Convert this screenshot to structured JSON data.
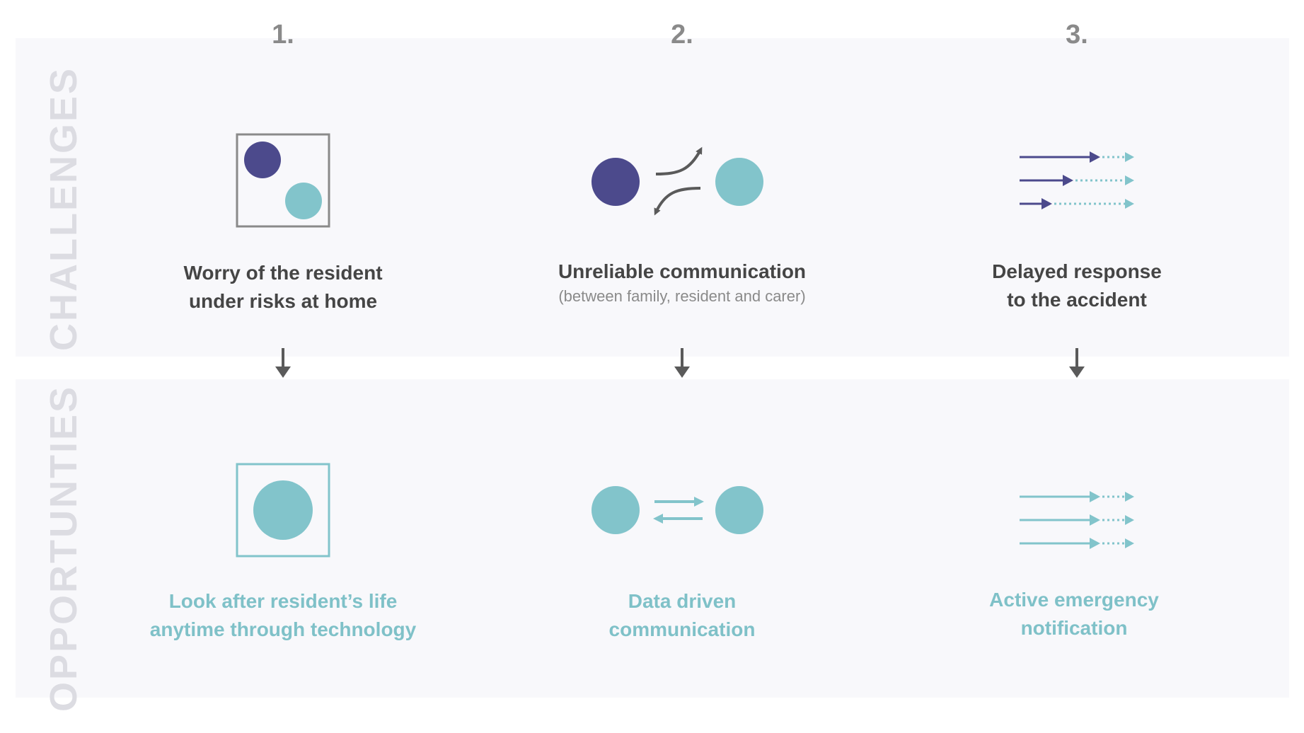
{
  "colors": {
    "purple": "#4c4a8c",
    "teal": "#82c4cb",
    "dark_gray": "#5a5a5a",
    "panel_bg": "#f8f8fb"
  },
  "challenges_label": "CHALLENGES",
  "opportunities_label": "OPPORTUNTIES",
  "columns": [
    {
      "number": "1.",
      "challenge": {
        "line1": "Worry of the resident",
        "line2": "under risks at home"
      },
      "opportunity": {
        "line1": "Look after resident’s life",
        "line2": "anytime through technology"
      }
    },
    {
      "number": "2.",
      "challenge": {
        "line1": "Unreliable communication",
        "sub": "(between family, resident and carer)"
      },
      "opportunity": {
        "line1": "Data driven",
        "line2": "communication"
      }
    },
    {
      "number": "3.",
      "challenge": {
        "line1": "Delayed response",
        "line2": "to the accident"
      },
      "opportunity": {
        "line1": "Active emergency",
        "line2": "notification"
      }
    }
  ]
}
